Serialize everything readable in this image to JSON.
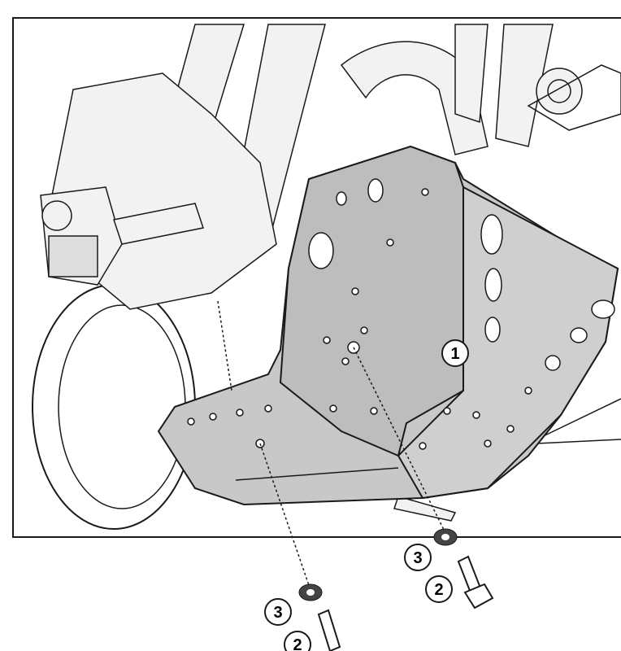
{
  "diagram": {
    "callouts": [
      {
        "id": "callout-1",
        "label": "1"
      },
      {
        "id": "callout-3a",
        "label": "3"
      },
      {
        "id": "callout-2a",
        "label": "2"
      },
      {
        "id": "callout-3b",
        "label": "3"
      },
      {
        "id": "callout-2b",
        "label": "2"
      }
    ],
    "colors": {
      "plate_fill": "#c8c8c8",
      "line": "#1a1a1a",
      "bike_fill": "#f2f2f2"
    }
  }
}
